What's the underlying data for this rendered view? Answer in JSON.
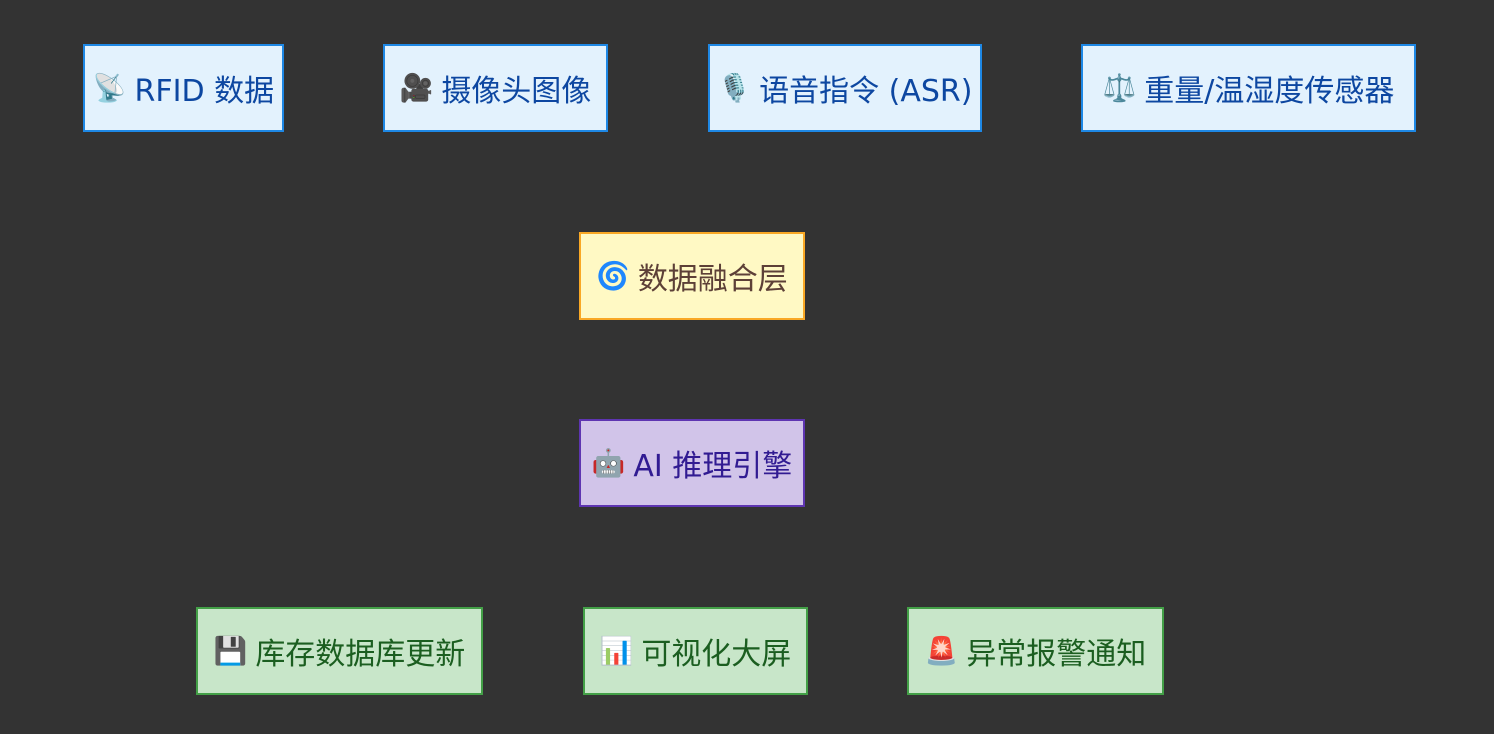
{
  "inputs": [
    {
      "icon": "📡",
      "icon_name": "satellite-antenna-icon",
      "label": "RFID 数据"
    },
    {
      "icon": "🎥",
      "icon_name": "movie-camera-icon",
      "label": "摄像头图像"
    },
    {
      "icon": "🎙️",
      "icon_name": "studio-microphone-icon",
      "label": "语音指令 (ASR)"
    },
    {
      "icon": "⚖️",
      "icon_name": "balance-scale-icon",
      "label": "重量/温湿度传感器"
    }
  ],
  "fusion": {
    "icon": "🌀",
    "icon_name": "cyclone-icon",
    "label": "数据融合层"
  },
  "ai": {
    "icon": "🤖",
    "icon_name": "robot-icon",
    "label": "AI 推理引擎"
  },
  "outputs": [
    {
      "icon": "💾",
      "icon_name": "floppy-disk-icon",
      "label": "库存数据库更新"
    },
    {
      "icon": "📊",
      "icon_name": "bar-chart-icon",
      "label": "可视化大屏"
    },
    {
      "icon": "🚨",
      "icon_name": "alarm-light-icon",
      "label": "异常报警通知"
    }
  ],
  "colors": {
    "background": "#333333",
    "input_fill": "#e3f2fd",
    "input_border": "#1e88e5",
    "fusion_fill": "#fff9c4",
    "fusion_border": "#f9a825",
    "ai_fill": "#d1c4e9",
    "ai_border": "#5e35b1",
    "output_fill": "#c8e6c9",
    "output_border": "#43a047"
  }
}
